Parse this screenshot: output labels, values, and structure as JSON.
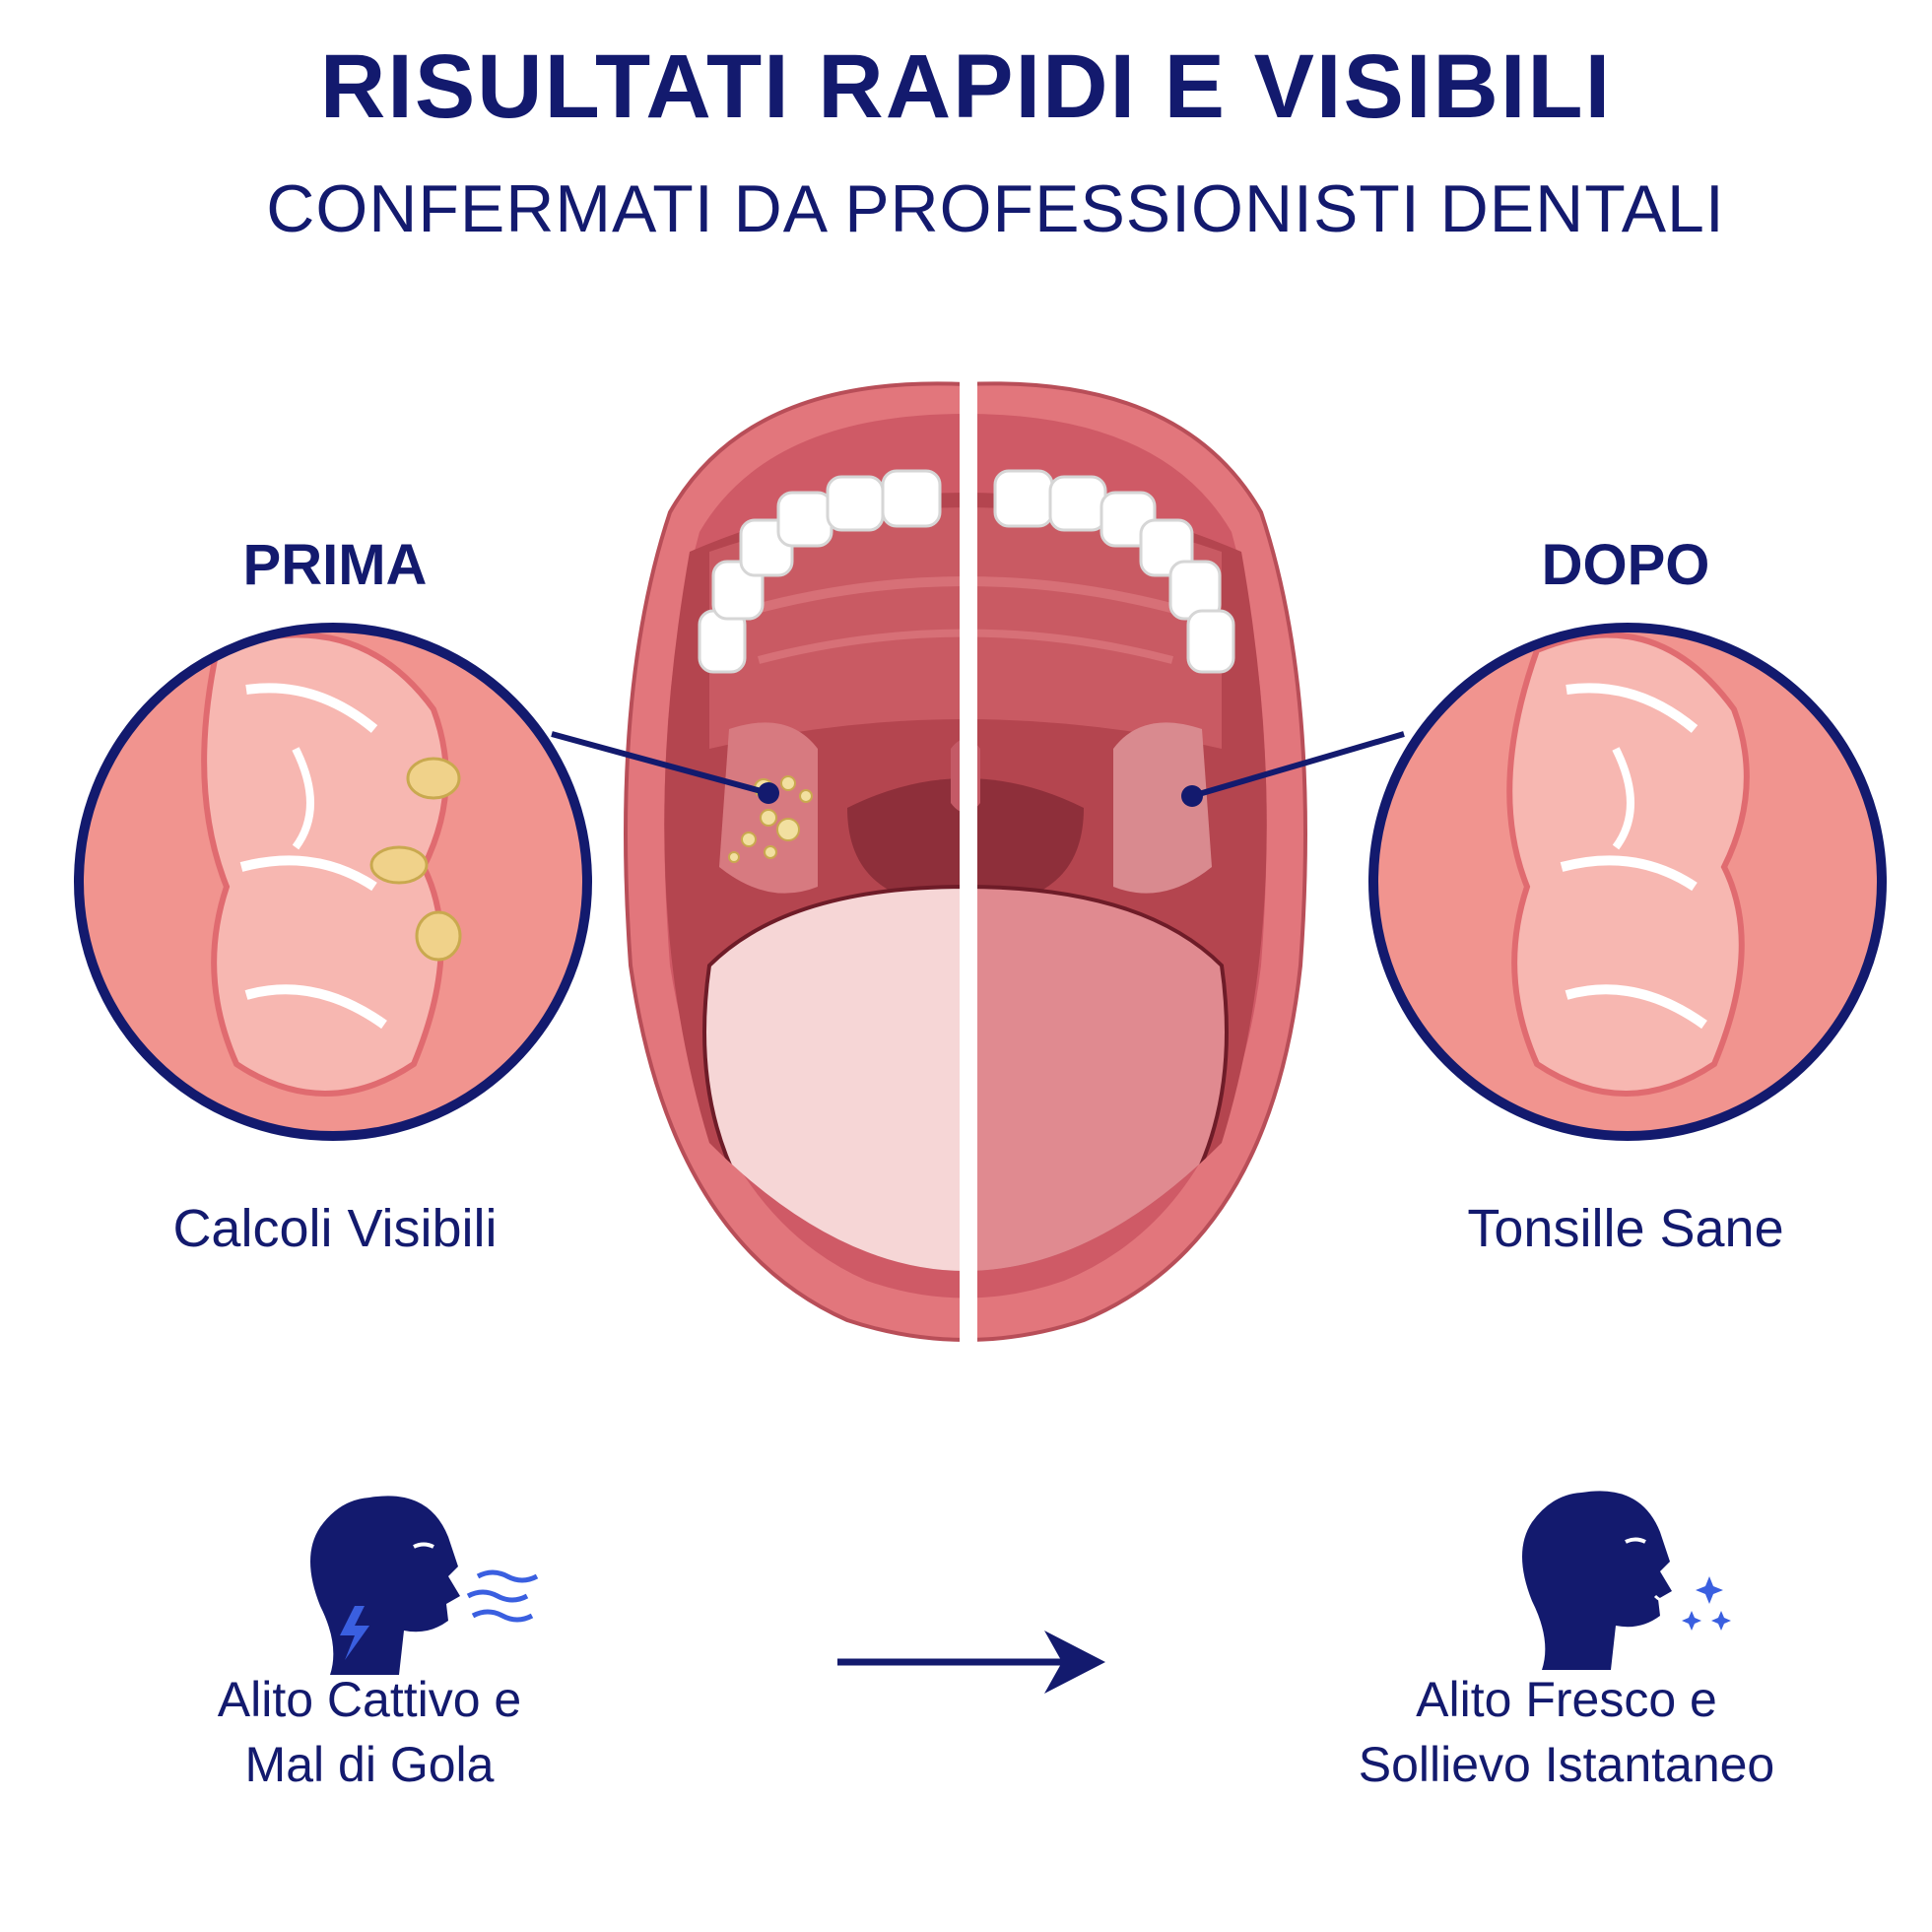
{
  "header": {
    "title": "RISULTATI RAPIDI E VISIBILI",
    "subtitle": "CONFERMATI DA PROFESSIONISTI DENTALI"
  },
  "before": {
    "label": "PRIMA",
    "caption": "Calcoli Visibili",
    "breath_line1": "Alito Cattivo e",
    "breath_line2": "Mal di Gola"
  },
  "after": {
    "label": "DOPO",
    "caption": "Tonsille Sane",
    "breath_line1": "Alito Fresco e",
    "breath_line2": "Sollievo Istantaneo"
  },
  "icons": [
    "bad-breath-head-icon",
    "fresh-breath-head-icon",
    "arrow-right-icon"
  ],
  "colors": {
    "navy": "#131a6e",
    "lip": "#e2767c",
    "tissue": "#f08c8c",
    "stone": "#f0d28a",
    "accent_blue": "#3a5fe0"
  }
}
